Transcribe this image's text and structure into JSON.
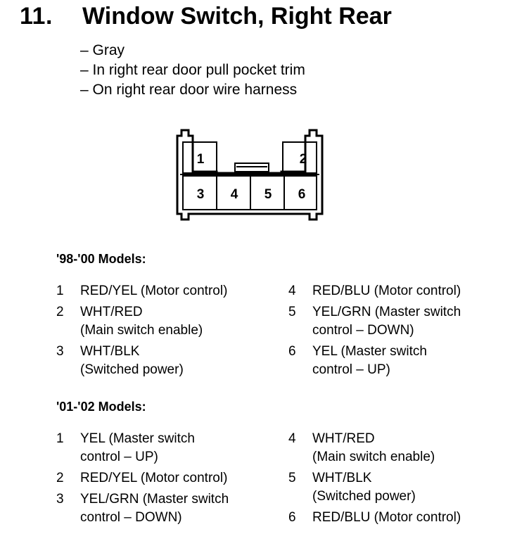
{
  "heading": {
    "number": "11.",
    "title": "Window Switch, Right Rear"
  },
  "notes": [
    "– Gray",
    "– In right rear door pull pocket trim",
    "– On right rear door wire harness"
  ],
  "connector": {
    "pins": [
      "1",
      "2",
      "3",
      "4",
      "5",
      "6"
    ]
  },
  "sections": [
    {
      "title": "'98-'00 Models:",
      "left": [
        {
          "pin": "1",
          "desc": "RED/YEL (Motor control)"
        },
        {
          "pin": "2",
          "desc": "WHT/RED\n(Main switch enable)"
        },
        {
          "pin": "3",
          "desc": "WHT/BLK\n(Switched power)"
        }
      ],
      "right": [
        {
          "pin": "4",
          "desc": "RED/BLU (Motor control)"
        },
        {
          "pin": "5",
          "desc": "YEL/GRN (Master switch\ncontrol – DOWN)"
        },
        {
          "pin": "6",
          "desc": "YEL (Master switch\ncontrol – UP)"
        }
      ]
    },
    {
      "title": "'01-'02 Models:",
      "left": [
        {
          "pin": "1",
          "desc": "YEL (Master switch\ncontrol – UP)"
        },
        {
          "pin": "2",
          "desc": "RED/YEL (Motor control)"
        },
        {
          "pin": "3",
          "desc": "YEL/GRN (Master switch\ncontrol – DOWN)"
        }
      ],
      "right": [
        {
          "pin": "4",
          "desc": "WHT/RED\n(Main switch enable)"
        },
        {
          "pin": "5",
          "desc": "WHT/BLK\n(Switched power)"
        },
        {
          "pin": "6",
          "desc": "RED/BLU (Motor control)"
        }
      ]
    }
  ]
}
